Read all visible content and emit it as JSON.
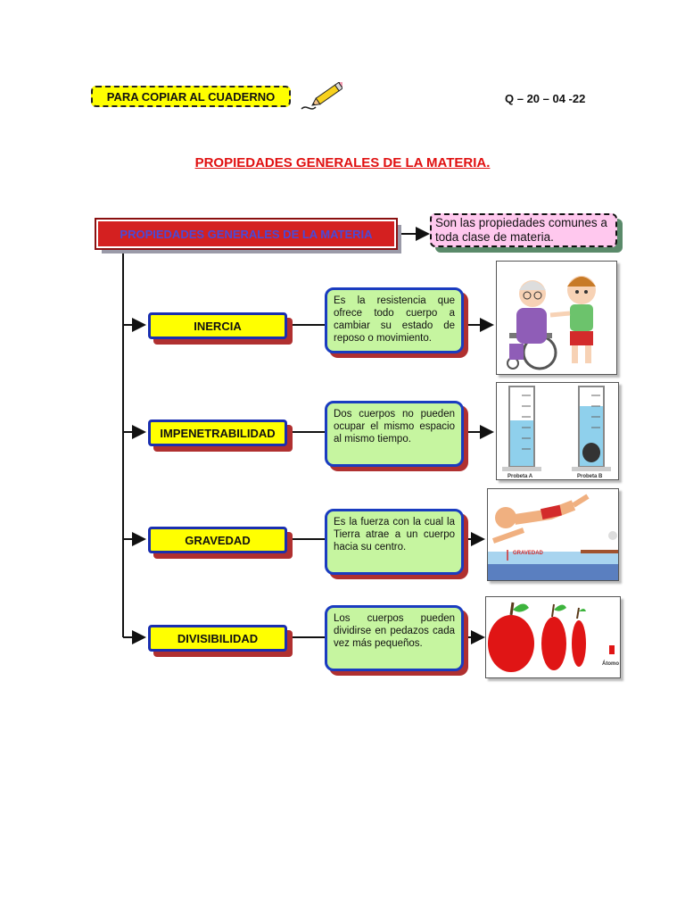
{
  "header": {
    "copy_label": "PARA COPIAR AL CUADERNO",
    "date": "Q – 20 – 04 -22"
  },
  "title": "PROPIEDADES GENERALES DE LA MATERIA.",
  "diagram": {
    "root_label": "PROPIEDADES GENERALES DE LA MATERIA",
    "definition": "Son las propiedades comunes a toda clase de materia.",
    "properties": [
      {
        "name": "INERCIA",
        "description": "Es la resistencia que ofrece todo cuerpo a cambiar su estado de reposo o movimiento."
      },
      {
        "name": "IMPENETRABILIDAD",
        "description": "Dos cuerpos no pueden ocupar el mismo espacio al mismo tiempo."
      },
      {
        "name": "GRAVEDAD",
        "description": "Es la fuerza con la cual la Tierra atrae a un cuerpo hacia su centro."
      },
      {
        "name": "DIVISIBILIDAD",
        "description": "Los cuerpos pueden dividirse en pedazos cada vez más pequeños."
      }
    ],
    "illustrations": {
      "probeta_a": "Probeta A",
      "probeta_b": "Probeta B",
      "gravedad_label": "GRAVEDAD",
      "atomo_label": "Átomo"
    }
  }
}
